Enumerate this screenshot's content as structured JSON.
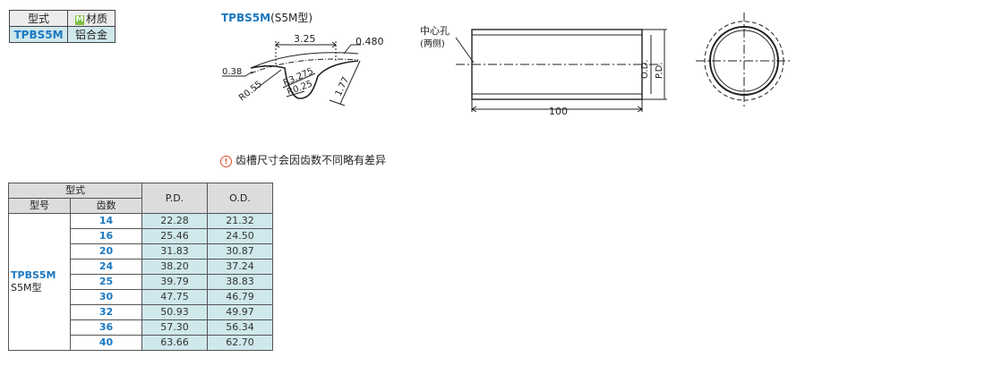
{
  "material_table": {
    "header": {
      "type": "型式",
      "material_badge": "M",
      "material": "材质"
    },
    "row": {
      "model": "TPBS5M",
      "material": "铝合金"
    }
  },
  "profile": {
    "title_code": "TPBS5M",
    "title_suffix": "(S5M型)",
    "dims": {
      "pitch": "3.25",
      "top_thickness": "0.480",
      "left_height": "0.38",
      "r1": "R0.55",
      "r2": "R3.275",
      "r3": "R0.25",
      "depth": "1.77"
    }
  },
  "side_view": {
    "center_hole": "中心孔",
    "center_hole_note": "(两侧)",
    "length": "100",
    "od": "O.D.",
    "pd": "P.D."
  },
  "note": {
    "icon": "warning-circle-icon",
    "text": "齿槽尺寸会因齿数不同略有差异"
  },
  "spec_table": {
    "header": {
      "group": "型式",
      "model": "型号",
      "teeth": "齿数",
      "pd": "P.D.",
      "od": "O.D."
    },
    "model": "TPBS5M",
    "model_sub": "S5M型",
    "rows": [
      {
        "teeth": "14",
        "pd": "22.28",
        "od": "21.32"
      },
      {
        "teeth": "16",
        "pd": "25.46",
        "od": "24.50"
      },
      {
        "teeth": "20",
        "pd": "31.83",
        "od": "30.87"
      },
      {
        "teeth": "24",
        "pd": "38.20",
        "od": "37.24"
      },
      {
        "teeth": "25",
        "pd": "39.79",
        "od": "38.83"
      },
      {
        "teeth": "30",
        "pd": "47.75",
        "od": "46.79"
      },
      {
        "teeth": "32",
        "pd": "50.93",
        "od": "49.97"
      },
      {
        "teeth": "36",
        "pd": "57.30",
        "od": "56.34"
      },
      {
        "teeth": "40",
        "pd": "63.66",
        "od": "62.70"
      }
    ]
  }
}
